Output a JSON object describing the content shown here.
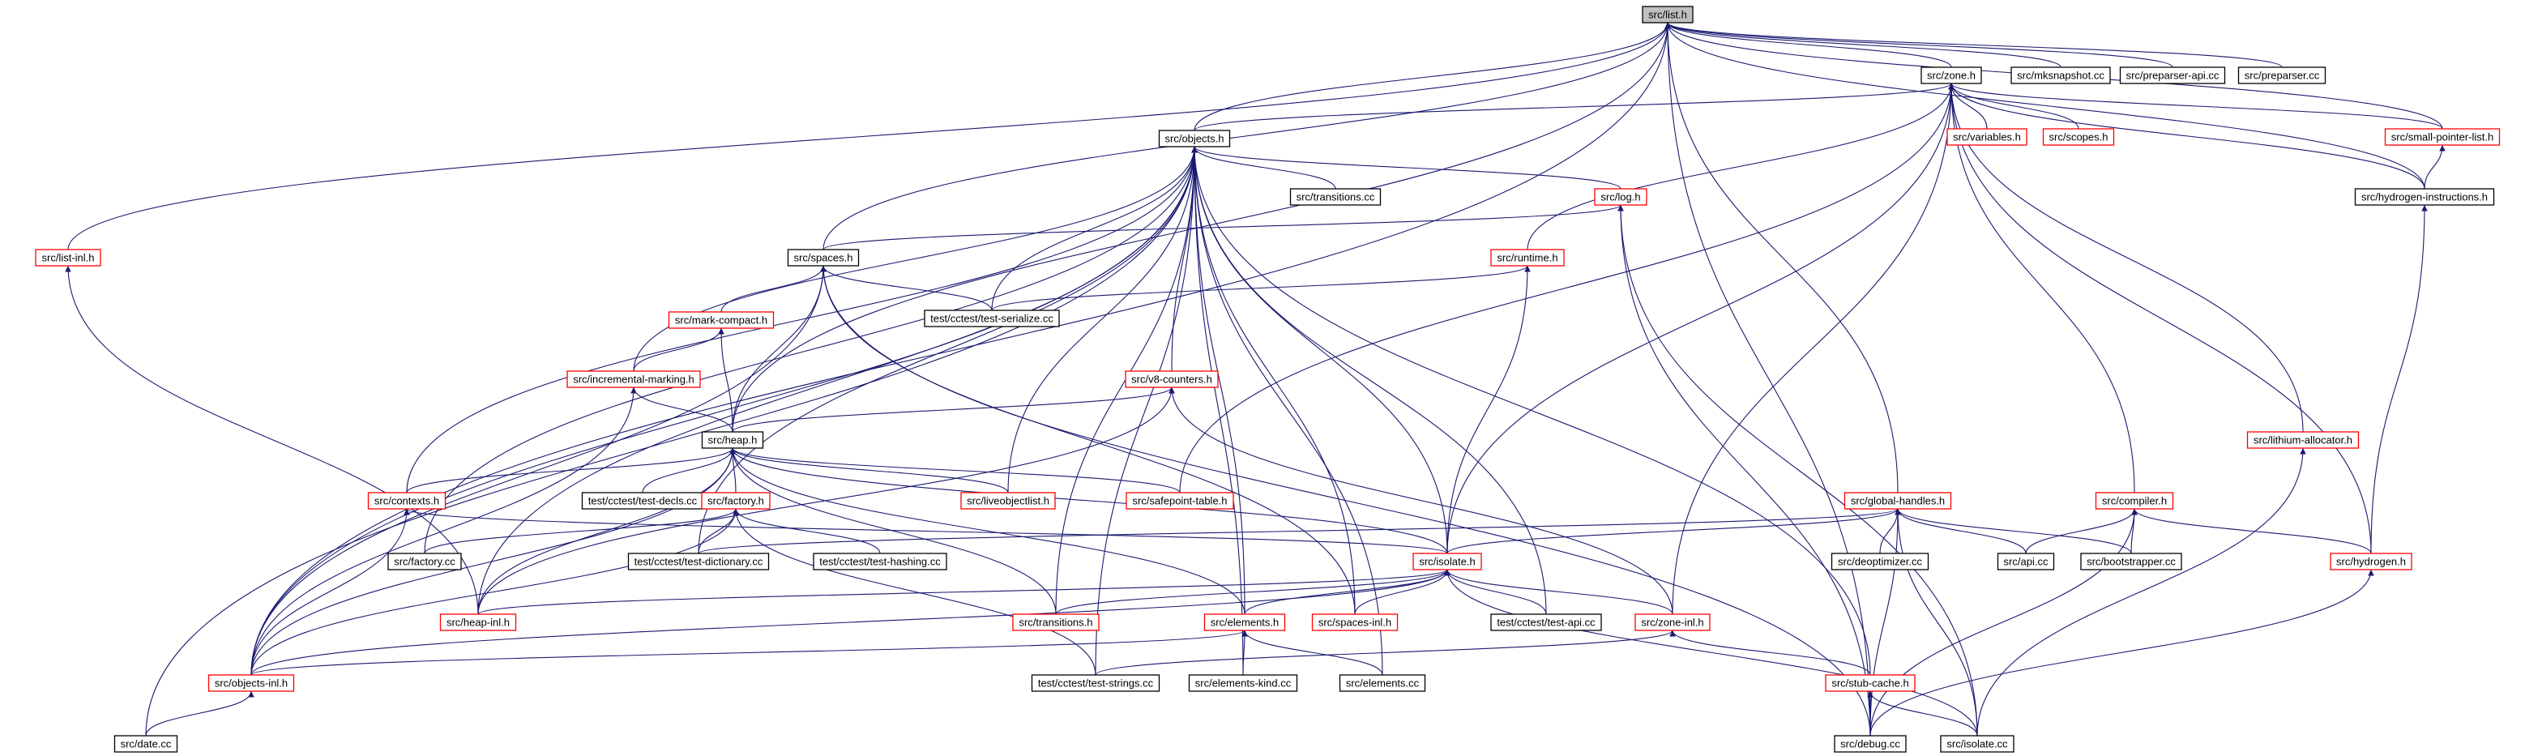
{
  "colors": {
    "edge": "#191970",
    "node_complete_border": "#000000",
    "node_truncated_border": "#ff0000",
    "root_fill": "#bfbfbf"
  },
  "nodes": [
    {
      "id": "list_h",
      "label": "src/list.h",
      "truncated": false,
      "root": true
    },
    {
      "id": "zone_h",
      "label": "src/zone.h",
      "truncated": false
    },
    {
      "id": "mksnapshot",
      "label": "src/mksnapshot.cc",
      "truncated": false
    },
    {
      "id": "preparser_api",
      "label": "src/preparser-api.cc",
      "truncated": false
    },
    {
      "id": "preparser",
      "label": "src/preparser.cc",
      "truncated": false
    },
    {
      "id": "objects_h",
      "label": "src/objects.h",
      "truncated": false
    },
    {
      "id": "variables_h",
      "label": "src/variables.h",
      "truncated": true
    },
    {
      "id": "scopes_h",
      "label": "src/scopes.h",
      "truncated": true
    },
    {
      "id": "small_pointer_list",
      "label": "src/small-pointer-list.h",
      "truncated": true
    },
    {
      "id": "hydrogen_instructions",
      "label": "src/hydrogen-instructions.h",
      "truncated": false
    },
    {
      "id": "transitions_cc",
      "label": "src/transitions.cc",
      "truncated": false
    },
    {
      "id": "log_h",
      "label": "src/log.h",
      "truncated": true
    },
    {
      "id": "list_inl",
      "label": "src/list-inl.h",
      "truncated": true
    },
    {
      "id": "spaces_h",
      "label": "src/spaces.h",
      "truncated": false
    },
    {
      "id": "runtime_h",
      "label": "src/runtime.h",
      "truncated": true
    },
    {
      "id": "mark_compact",
      "label": "src/mark-compact.h",
      "truncated": true
    },
    {
      "id": "test_serialize",
      "label": "test/cctest/test-serialize.cc",
      "truncated": false
    },
    {
      "id": "incremental_marking",
      "label": "src/incremental-marking.h",
      "truncated": true
    },
    {
      "id": "v8_counters",
      "label": "src/v8-counters.h",
      "truncated": true
    },
    {
      "id": "heap_h",
      "label": "src/heap.h",
      "truncated": false
    },
    {
      "id": "lithium_allocator",
      "label": "src/lithium-allocator.h",
      "truncated": true
    },
    {
      "id": "contexts_h",
      "label": "src/contexts.h",
      "truncated": true
    },
    {
      "id": "test_decls",
      "label": "test/cctest/test-decls.cc",
      "truncated": false
    },
    {
      "id": "factory_h",
      "label": "src/factory.h",
      "truncated": true
    },
    {
      "id": "liveobjectlist",
      "label": "src/liveobjectlist.h",
      "truncated": true
    },
    {
      "id": "safepoint_table",
      "label": "src/safepoint-table.h",
      "truncated": true
    },
    {
      "id": "global_handles",
      "label": "src/global-handles.h",
      "truncated": true
    },
    {
      "id": "compiler_h",
      "label": "src/compiler.h",
      "truncated": true
    },
    {
      "id": "factory_cc",
      "label": "src/factory.cc",
      "truncated": false
    },
    {
      "id": "test_dictionary",
      "label": "test/cctest/test-dictionary.cc",
      "truncated": false
    },
    {
      "id": "test_hashing",
      "label": "test/cctest/test-hashing.cc",
      "truncated": false
    },
    {
      "id": "isolate_h",
      "label": "src/isolate.h",
      "truncated": true
    },
    {
      "id": "deoptimizer",
      "label": "src/deoptimizer.cc",
      "truncated": false
    },
    {
      "id": "api_cc",
      "label": "src/api.cc",
      "truncated": false
    },
    {
      "id": "bootstrapper",
      "label": "src/bootstrapper.cc",
      "truncated": false
    },
    {
      "id": "hydrogen_h",
      "label": "src/hydrogen.h",
      "truncated": true
    },
    {
      "id": "heap_inl",
      "label": "src/heap-inl.h",
      "truncated": true
    },
    {
      "id": "transitions_h",
      "label": "src/transitions.h",
      "truncated": true
    },
    {
      "id": "elements_h",
      "label": "src/elements.h",
      "truncated": true
    },
    {
      "id": "spaces_inl",
      "label": "src/spaces-inl.h",
      "truncated": true
    },
    {
      "id": "test_api",
      "label": "test/cctest/test-api.cc",
      "truncated": false
    },
    {
      "id": "zone_inl",
      "label": "src/zone-inl.h",
      "truncated": true
    },
    {
      "id": "objects_inl",
      "label": "src/objects-inl.h",
      "truncated": true
    },
    {
      "id": "test_strings",
      "label": "test/cctest/test-strings.cc",
      "truncated": false
    },
    {
      "id": "elements_kind",
      "label": "src/elements-kind.cc",
      "truncated": false
    },
    {
      "id": "elements_cc",
      "label": "src/elements.cc",
      "truncated": false
    },
    {
      "id": "stub_cache",
      "label": "src/stub-cache.h",
      "truncated": true
    },
    {
      "id": "date_cc",
      "label": "src/date.cc",
      "truncated": false
    },
    {
      "id": "debug_cc",
      "label": "src/debug.cc",
      "truncated": false
    },
    {
      "id": "isolate_cc",
      "label": "src/isolate.cc",
      "truncated": false
    }
  ],
  "edges": [
    [
      "zone_h",
      "list_h"
    ],
    [
      "mksnapshot",
      "list_h"
    ],
    [
      "preparser_api",
      "list_h"
    ],
    [
      "preparser",
      "list_h"
    ],
    [
      "objects_h",
      "list_h"
    ],
    [
      "list_inl",
      "list_h"
    ],
    [
      "spaces_h",
      "list_h"
    ],
    [
      "heap_h",
      "list_h"
    ],
    [
      "global_handles",
      "list_h"
    ],
    [
      "objects_inl",
      "list_h"
    ],
    [
      "debug_cc",
      "list_h"
    ],
    [
      "small_pointer_list",
      "list_h"
    ],
    [
      "hydrogen_instructions",
      "list_h"
    ],
    [
      "objects_h",
      "zone_h"
    ],
    [
      "variables_h",
      "zone_h"
    ],
    [
      "scopes_h",
      "zone_h"
    ],
    [
      "small_pointer_list",
      "zone_h"
    ],
    [
      "hydrogen_instructions",
      "zone_h"
    ],
    [
      "runtime_h",
      "zone_h"
    ],
    [
      "safepoint_table",
      "zone_h"
    ],
    [
      "compiler_h",
      "zone_h"
    ],
    [
      "lithium_allocator",
      "zone_h"
    ],
    [
      "hydrogen_h",
      "zone_h"
    ],
    [
      "zone_inl",
      "zone_h"
    ],
    [
      "isolate_h",
      "zone_h"
    ],
    [
      "hydrogen_instructions",
      "small_pointer_list"
    ],
    [
      "hydrogen_h",
      "hydrogen_instructions"
    ],
    [
      "transitions_cc",
      "objects_h"
    ],
    [
      "log_h",
      "objects_h"
    ],
    [
      "test_serialize",
      "objects_h"
    ],
    [
      "incremental_marking",
      "objects_h"
    ],
    [
      "v8_counters",
      "objects_h"
    ],
    [
      "contexts_h",
      "objects_h"
    ],
    [
      "liveobjectlist",
      "objects_h"
    ],
    [
      "heap_inl",
      "objects_h"
    ],
    [
      "test_dictionary",
      "objects_h"
    ],
    [
      "transitions_h",
      "objects_h"
    ],
    [
      "elements_h",
      "objects_h"
    ],
    [
      "test_api",
      "objects_h"
    ],
    [
      "test_strings",
      "objects_h"
    ],
    [
      "elements_kind",
      "objects_h"
    ],
    [
      "elements_cc",
      "objects_h"
    ],
    [
      "stub_cache",
      "objects_h"
    ],
    [
      "objects_inl",
      "objects_h"
    ],
    [
      "date_cc",
      "objects_h"
    ],
    [
      "isolate_h",
      "objects_h"
    ],
    [
      "spaces_inl",
      "objects_h"
    ],
    [
      "factory_cc",
      "objects_h"
    ],
    [
      "spaces_h",
      "log_h"
    ],
    [
      "debug_cc",
      "log_h"
    ],
    [
      "isolate_cc",
      "log_h"
    ],
    [
      "heap_inl",
      "list_inl"
    ],
    [
      "test_serialize",
      "spaces_h"
    ],
    [
      "mark_compact",
      "spaces_h"
    ],
    [
      "heap_h",
      "spaces_h"
    ],
    [
      "objects_inl",
      "spaces_h"
    ],
    [
      "spaces_inl",
      "spaces_h"
    ],
    [
      "debug_cc",
      "spaces_h"
    ],
    [
      "test_serialize",
      "runtime_h"
    ],
    [
      "isolate_h",
      "runtime_h"
    ],
    [
      "incremental_marking",
      "mark_compact"
    ],
    [
      "heap_h",
      "mark_compact"
    ],
    [
      "heap_h",
      "incremental_marking"
    ],
    [
      "objects_inl",
      "incremental_marking"
    ],
    [
      "heap_h",
      "v8_counters"
    ],
    [
      "heap_inl",
      "v8_counters"
    ],
    [
      "zone_inl",
      "v8_counters"
    ],
    [
      "contexts_h",
      "heap_h"
    ],
    [
      "test_decls",
      "heap_h"
    ],
    [
      "factory_h",
      "heap_h"
    ],
    [
      "liveobjectlist",
      "heap_h"
    ],
    [
      "safepoint_table",
      "heap_h"
    ],
    [
      "heap_inl",
      "heap_h"
    ],
    [
      "isolate_h",
      "heap_h"
    ],
    [
      "objects_inl",
      "heap_h"
    ],
    [
      "elements_h",
      "heap_h"
    ],
    [
      "transitions_h",
      "heap_h"
    ],
    [
      "isolate_cc",
      "lithium_allocator"
    ],
    [
      "isolate_h",
      "contexts_h"
    ],
    [
      "objects_inl",
      "contexts_h"
    ],
    [
      "factory_cc",
      "factory_h"
    ],
    [
      "test_dictionary",
      "factory_h"
    ],
    [
      "test_hashing",
      "factory_h"
    ],
    [
      "objects_inl",
      "factory_h"
    ],
    [
      "test_strings",
      "factory_h"
    ],
    [
      "isolate_h",
      "global_handles"
    ],
    [
      "deoptimizer",
      "global_handles"
    ],
    [
      "api_cc",
      "global_handles"
    ],
    [
      "bootstrapper",
      "global_handles"
    ],
    [
      "test_dictionary",
      "global_handles"
    ],
    [
      "debug_cc",
      "global_handles"
    ],
    [
      "isolate_cc",
      "global_handles"
    ],
    [
      "api_cc",
      "compiler_h"
    ],
    [
      "bootstrapper",
      "compiler_h"
    ],
    [
      "hydrogen_h",
      "compiler_h"
    ],
    [
      "debug_cc",
      "compiler_h"
    ],
    [
      "debug_cc",
      "hydrogen_h"
    ],
    [
      "heap_inl",
      "isolate_h"
    ],
    [
      "transitions_h",
      "isolate_h"
    ],
    [
      "elements_h",
      "isolate_h"
    ],
    [
      "spaces_inl",
      "isolate_h"
    ],
    [
      "test_api",
      "isolate_h"
    ],
    [
      "zone_inl",
      "isolate_h"
    ],
    [
      "objects_inl",
      "isolate_h"
    ],
    [
      "isolate_cc",
      "isolate_h"
    ],
    [
      "objects_inl",
      "elements_h"
    ],
    [
      "elements_kind",
      "elements_h"
    ],
    [
      "elements_cc",
      "elements_h"
    ],
    [
      "stub_cache",
      "zone_inl"
    ],
    [
      "test_strings",
      "zone_inl"
    ],
    [
      "debug_cc",
      "stub_cache"
    ],
    [
      "isolate_cc",
      "stub_cache"
    ],
    [
      "date_cc",
      "objects_inl"
    ]
  ]
}
